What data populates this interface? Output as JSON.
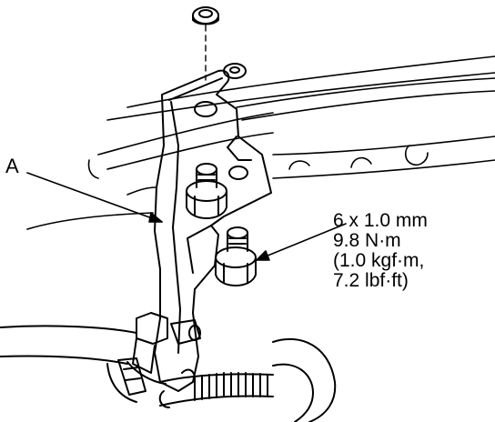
{
  "callouts": {
    "part_label": "A",
    "bolt_spec": {
      "size": "6 x 1.0 mm",
      "torque_nm": "9.8 N·m",
      "torque_kgfm": "(1.0 kgf·m,",
      "torque_lbfft": "7.2 lbf·ft)"
    }
  },
  "colors": {
    "ink": "#000000",
    "paper": "#ffffff"
  }
}
